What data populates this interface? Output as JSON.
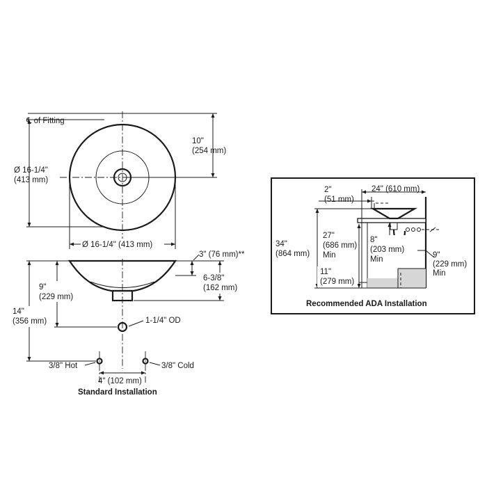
{
  "top_view": {
    "centerline_label": "℄ of Fitting",
    "depth_label": "10\"",
    "depth_label_mm": "(254 mm)",
    "height_label": "Ø 16-1/4\"",
    "height_label_mm": "(413 mm)",
    "width_label": "Ø 16-1/4\" (413 mm)"
  },
  "side_view": {
    "rim_height": "3\" (76 mm)**",
    "bowl_depth": "6-3/8\"",
    "bowl_depth_mm": "(162 mm)",
    "rim_to_drain": "9\"",
    "rim_to_drain_mm": "(229 mm)",
    "rim_to_supply": "14\"",
    "rim_to_supply_mm": "(356 mm)",
    "drain_label": "1-1/4\" OD",
    "hot_label": "3/8\" Hot",
    "cold_label": "3/8\" Cold",
    "supply_spacing": "4\" (102 mm)",
    "caption": "Standard Installation"
  },
  "ada": {
    "offset_label": "2\"",
    "offset_label_mm": "(51 mm)",
    "width_label": "24\" (610 mm)",
    "height_label": "34\"",
    "height_label_mm": "(864 mm)",
    "knee_label": "27\"",
    "knee_label_mm": "(686 mm)",
    "knee_label_min": "Min",
    "drain_label": "8\"",
    "drain_label_mm": "(203 mm)",
    "drain_label_min": "Min",
    "toe_label": "9\"",
    "toe_label_mm": "(229 mm)",
    "toe_label_min": "Min",
    "floor_label": "11\"",
    "floor_label_mm": "(279 mm)",
    "caption": "Recommended ADA Installation"
  }
}
